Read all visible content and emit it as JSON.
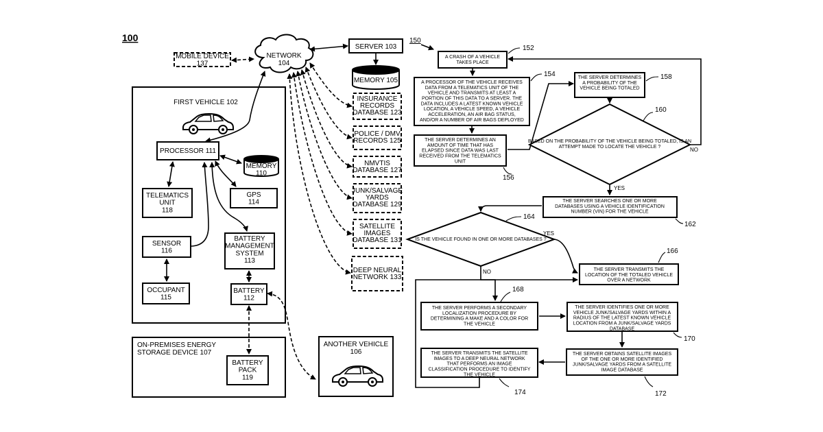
{
  "figure_ref": "100",
  "flow_ref": "150",
  "system": {
    "mobile_device": [
      "MOBILE DEVICE",
      "137"
    ],
    "network": [
      "NETWORK",
      "104"
    ],
    "server": [
      "SERVER 103"
    ],
    "memory_server": [
      "MEMORY 105"
    ],
    "databases": [
      [
        "INSURANCE",
        "RECORDS",
        "DATABASE 123"
      ],
      [
        "POLICE / DMV",
        "RECORDS 125"
      ],
      [
        "NMVTIS",
        "DATABASE 127"
      ],
      [
        "JUNK/SALVAGE",
        "YARDS",
        "DATABASE 129"
      ],
      [
        "SATELLITE",
        "IMAGES",
        "DATABASE 131"
      ],
      [
        "DEEP NEURAL",
        "NETWORK 133"
      ]
    ],
    "first_vehicle": [
      "FIRST VEHICLE 102"
    ],
    "processor": [
      "PROCESSOR 111"
    ],
    "memory_vehicle": [
      "MEMORY",
      "110"
    ],
    "telematics": [
      "TELEMATICS",
      "UNIT",
      "118"
    ],
    "gps": [
      "GPS",
      "114"
    ],
    "sensor": [
      "SENSOR",
      "116"
    ],
    "bms": [
      "BATTERY",
      "MANAGEMENT",
      "SYSTEM",
      "113"
    ],
    "occupant": [
      "OCCUPANT",
      "115"
    ],
    "battery": [
      "BATTERY",
      "112"
    ],
    "energy_storage": [
      "ON-PREMISES ENERGY",
      "STORAGE DEVICE 107"
    ],
    "battery_pack": [
      "BATTERY",
      "PACK",
      "119"
    ],
    "another_vehicle": [
      "ANOTHER VEHICLE",
      "106"
    ]
  },
  "flow": {
    "s152": [
      "A CRASH OF A VEHICLE",
      "TAKES PLACE"
    ],
    "s154": [
      "A PROCESSOR OF THE VEHICLE RECEIVES",
      "DATA FROM A TELEMATICS UNIT OF THE",
      "VEHICLE AND TRANSMITS AT LEAST A",
      "PORTION OF THIS DATA TO A SERVER. THE",
      "DATA INCLUDES A LATEST KNOWN VEHICLE",
      "LOCATION, A VEHICLE SPEED, A VEHICLE",
      "ACCELERATION, AN AIR BAG STATUS,",
      "AND/OR A NUMBER OF AIR BAGS DEPLOYED"
    ],
    "s156": [
      "THE SERVER DETERMINES AN",
      "AMOUNT OF TIME THAT HAS",
      "ELAPSED SINCE DATA WAS LAST",
      "RECEIVED FROM THE TELEMATICS",
      "UNIT"
    ],
    "s158": [
      "THE SERVER DETERMINES",
      "A PROBABILITY OF THE",
      "VEHICLE BEING TOTALED"
    ],
    "d160": [
      "BASED ON THE PROBABILITY OF THE VEHICLE BEING TOTALED, IS AN",
      "ATTEMPT MADE TO LOCATE THE VEHICLE ?"
    ],
    "s162": [
      "THE SERVER SEARCHES ONE OR MORE",
      "DATABASES USING A VEHICLE IDENTIFICATION",
      "NUMBER (VIN) FOR THE VEHICLE"
    ],
    "d164": [
      "IS THE VEHICLE FOUND IN ONE OR MORE DATABASES ?"
    ],
    "s166": [
      "THE SERVER TRANSMITS THE",
      "LOCATION OF THE TOTALED VEHICLE",
      "OVER A NETWORK"
    ],
    "s168": [
      "THE SERVER PERFORMS A SECONDARY",
      "LOCALIZATION PROCEDURE BY",
      "DETERMINING A MAKE AND A COLOR FOR",
      "THE VEHICLE"
    ],
    "s170": [
      "THE SERVER IDENTIFIES ONE OR MORE",
      "VEHICLE JUNK/SALVAGE YARDS WITHIN A",
      "RADIUS OF THE LATEST KNOWN VEHICLE",
      "LOCATION FROM A JUNK/SALVAGE YARDS",
      "DATABASE"
    ],
    "s172": [
      "THE SERVER OBTAINS SATELLITE IMAGES",
      "OF THE ONE OR MORE IDENTIFIED",
      "JUNK/SALVAGE YARDS FROM A SATELLITE",
      "IMAGE DATABASE"
    ],
    "s174": [
      "THE SERVER TRANSMITS THE SATELLITE",
      "IMAGES TO A DEEP NEURAL NETWORK",
      "THAT PERFORMS AN IMAGE",
      "CLASSIFICATION PROCEDURE TO IDENTIFY",
      "THE VEHICLE"
    ]
  },
  "refs": {
    "r152": "152",
    "r154": "154",
    "r156": "156",
    "r158": "158",
    "r160": "160",
    "r162": "162",
    "r164": "164",
    "r166": "166",
    "r168": "168",
    "r170": "170",
    "r172": "172",
    "r174": "174"
  },
  "decisions": {
    "no1": "NO",
    "yes1": "YES",
    "yes2": "YES",
    "no2": "NO"
  }
}
